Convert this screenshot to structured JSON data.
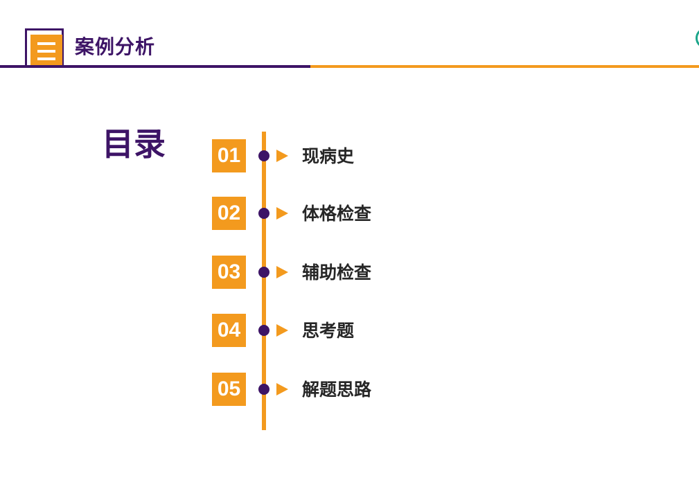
{
  "header": {
    "title": "案例分析",
    "icon": "menu-lines-icon"
  },
  "toc": {
    "title": "目录",
    "items": [
      {
        "number": "01",
        "label": "现病史"
      },
      {
        "number": "02",
        "label": "体格检查"
      },
      {
        "number": "03",
        "label": "辅助检查"
      },
      {
        "number": "04",
        "label": "思考题"
      },
      {
        "number": "05",
        "label": "解题思路"
      }
    ]
  },
  "colors": {
    "purple": "#3d1466",
    "orange": "#f39a1e",
    "teal": "#1aa58a",
    "text": "#262626"
  }
}
